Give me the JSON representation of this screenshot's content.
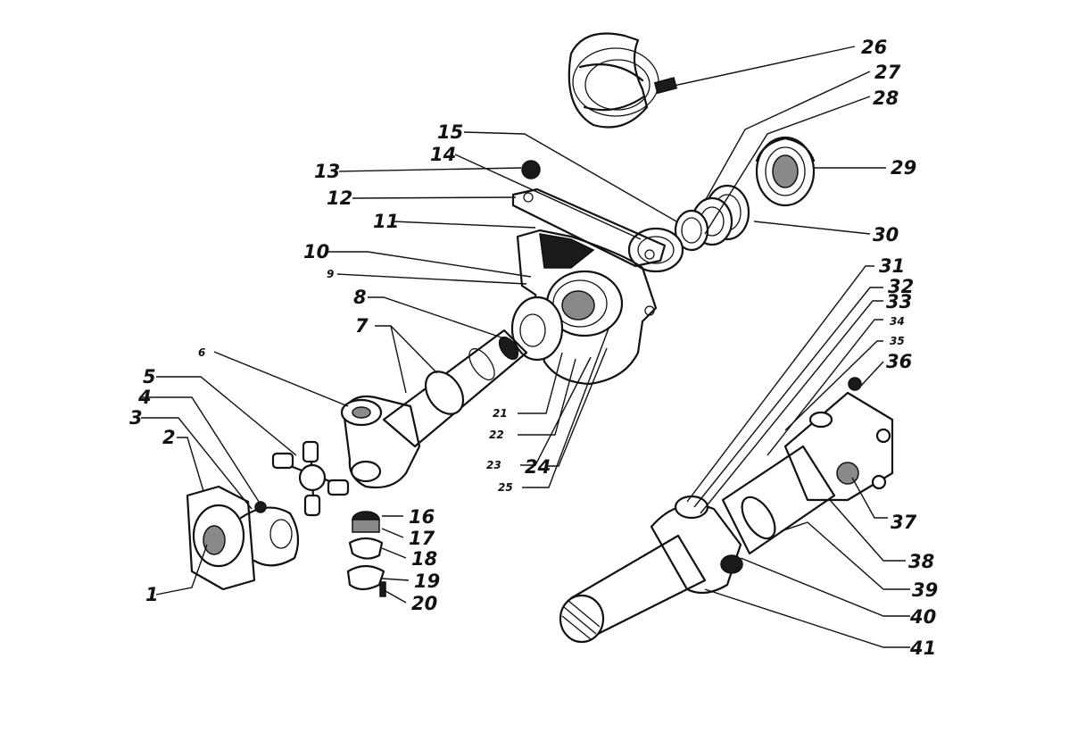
{
  "labels": [
    "1",
    "2",
    "3",
    "4",
    "5",
    "6",
    "7",
    "8",
    "9",
    "10",
    "11",
    "12",
    "13",
    "14",
    "15",
    "16",
    "17",
    "18",
    "19",
    "20",
    "21",
    "22",
    "23",
    "24",
    "25",
    "26",
    "27",
    "28",
    "29",
    "30",
    "31",
    "32",
    "33",
    "34",
    "35",
    "36",
    "37",
    "38",
    "39",
    "40",
    "41"
  ],
  "colors": {
    "ink": "#111111",
    "paper": "#ffffff"
  }
}
